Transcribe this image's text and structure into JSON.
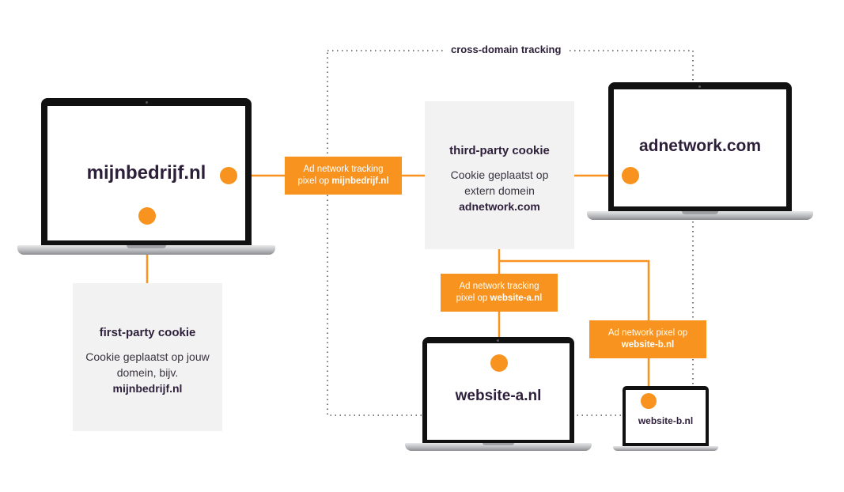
{
  "region": {
    "title": "cross-domain tracking"
  },
  "laptops": {
    "mijnbedrijf": "mijnbedrijf.nl",
    "adnetwork": "adnetwork.com",
    "website_a": "website-a.nl",
    "website_b": "website-b.nl"
  },
  "first_party": {
    "heading": "first-party cookie",
    "line1": "Cookie geplaatst op jouw",
    "line2": "domein, bijv.",
    "domain": "mijnbedrijf.nl"
  },
  "third_party": {
    "heading": "third-party cookie",
    "line1": "Cookie geplaatst op",
    "line2": "extern domein",
    "domain": "adnetwork.com"
  },
  "tags": {
    "mijnbedrijf": {
      "line1": "Ad network tracking",
      "prefix": "pixel op ",
      "domain": "mijnbedrijf.nl"
    },
    "website_a": {
      "line1": "Ad network tracking",
      "prefix": "pixel op ",
      "domain": "website-a.nl"
    },
    "website_b": {
      "line1": "Ad network pixel op",
      "prefix": "",
      "domain": "website-b.nl"
    }
  },
  "colors": {
    "accent": "#f7931e",
    "text": "#2d1f3a",
    "box": "#f2f2f2"
  }
}
